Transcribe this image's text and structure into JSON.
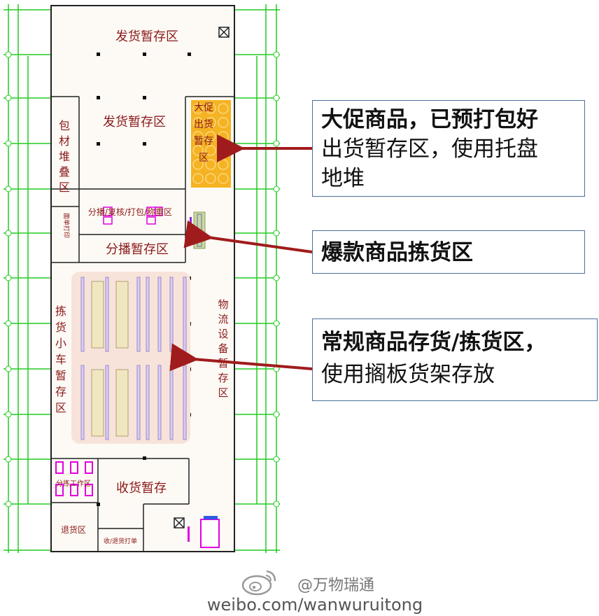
{
  "zones": {
    "shipping_staging_top": "发货暂存区",
    "shipping_staging_mid": "发货暂存区",
    "packaging_stack": "包材堆叠区",
    "promo_staging": "大促出货暂存区",
    "sorting_review": "分播/复核/打包/称重区",
    "sorting_staging": "分播暂存区",
    "print_area": "面单打印",
    "picking_cart": "拣货小车暂存区",
    "logistics_equipment": "物流设备暂存区",
    "sorting_work": "分拣工作区",
    "receiving_staging": "收货暂存",
    "returns": "退货区",
    "receiving_print": "收/退货打单"
  },
  "callouts": {
    "promo_title": "大促商品，已预打包好",
    "promo_body_1": "出货暂存区，使用托盘",
    "promo_body_2": "地堆",
    "hot": "爆款商品拣货区",
    "regular_title": "常规商品存货/拣货区，",
    "regular_body": "使用搁板货架存放"
  },
  "watermark": {
    "handle": "@万物瑞通",
    "url": "weibo.com/wanwuruitong"
  },
  "colors": {
    "grid_green": "#22cc22",
    "wall": "#222222",
    "zone_text": "#8b1a1a",
    "arrow": "#a01c1c",
    "promo_fill": "#f5b324",
    "rack_area": "#f7e3da",
    "magenta": "#e000e0",
    "hot_pick": "#c8d8a0"
  }
}
